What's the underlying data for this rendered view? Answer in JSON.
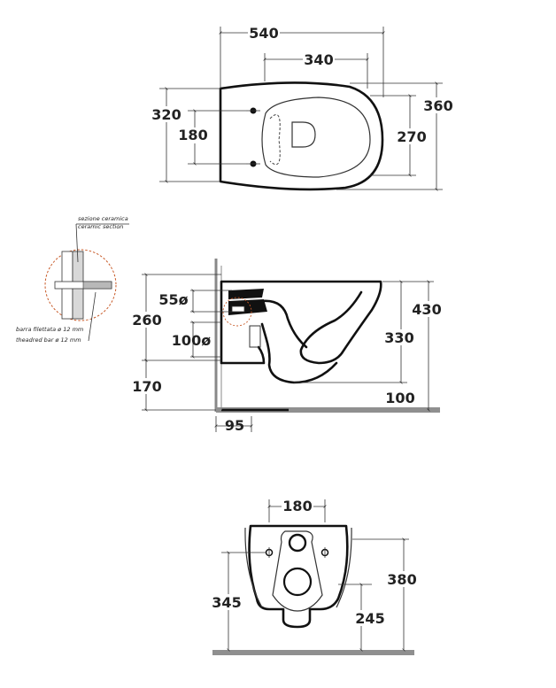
{
  "top_view": {
    "width_total": "540",
    "width_fix": "340",
    "height_total": "360",
    "height_bowl": "320",
    "fix_spacing": "180",
    "depth_270": "270"
  },
  "side_view": {
    "dim_55": "55ø",
    "dim_100": "100ø",
    "height_260": "260",
    "height_170": "170",
    "height_430": "430",
    "height_330": "330",
    "offset_100": "100",
    "wall_95": "95",
    "note_line1": "sezione ceramica",
    "note_line2": "ceramic section",
    "note_line3": "barra filettata ø 12 mm",
    "note_line4": "theadred bar ø 12 mm"
  },
  "front_view": {
    "fix_spacing": "180",
    "height_380": "380",
    "height_345": "345",
    "height_245": "245"
  }
}
